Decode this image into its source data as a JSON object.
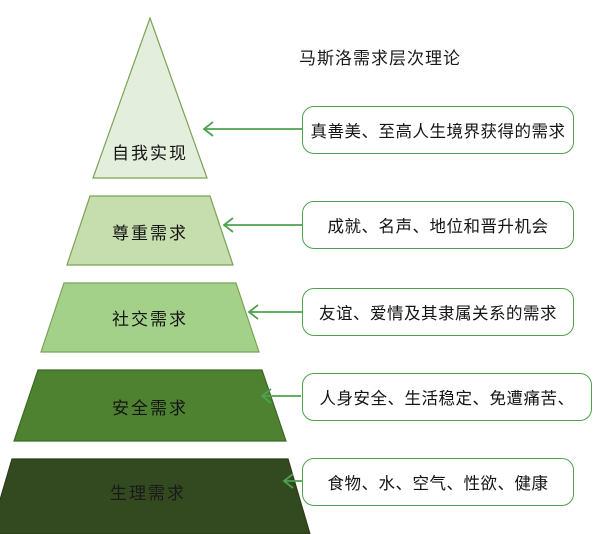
{
  "diagram": {
    "title": "马斯洛需求层次理论",
    "type": "pyramid",
    "background_color": "#ffffff",
    "accent_color": "#4ea24e",
    "levels": [
      {
        "rank": 5,
        "label": "自我实现",
        "fill_color": "#e3efdc",
        "stroke_color": "#7aa356",
        "text_color": "#141414",
        "description": "真善美、至高人生境界获得的需求"
      },
      {
        "rank": 4,
        "label": "尊重需求",
        "fill_color": "#c6ddad",
        "stroke_color": "#7aa356",
        "text_color": "#141414",
        "description": "成就、名声、地位和晋升机会"
      },
      {
        "rank": 3,
        "label": "社交需求",
        "fill_color": "#a4d18a",
        "stroke_color": "#7aa356",
        "text_color": "#141414",
        "description": "友谊、爱情及其隶属关系的需求"
      },
      {
        "rank": 2,
        "label": "安全需求",
        "fill_color": "#4e8231",
        "stroke_color": "#3d6826",
        "text_color": "#141414",
        "description": "人身安全、生活稳定、免遭痛苦、"
      },
      {
        "rank": 1,
        "label": "生理需求",
        "fill_color": "#33491f",
        "stroke_color": "#2a3d19",
        "text_color": "#1a1a1a",
        "description": "食物、水、空气、性欲、健康"
      }
    ],
    "arrow_icon_name": "left-arrow"
  }
}
